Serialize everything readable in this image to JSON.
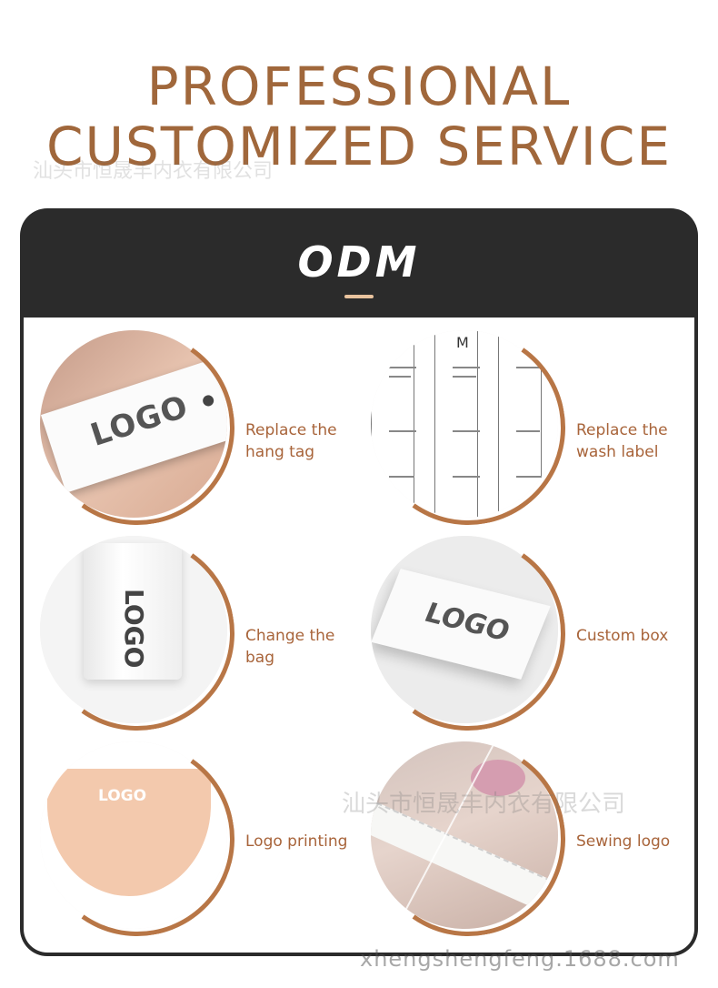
{
  "headline": {
    "line1": "PROFESSIONAL",
    "line2": "CUSTOMIZED SERVICE"
  },
  "watermarks": {
    "top": "汕头市恒晟丰内衣有限公司",
    "middle": "汕头市恒晟丰内衣有限公司",
    "bottom": "xhengshengfeng.1688.com"
  },
  "panel": {
    "title": "ODM"
  },
  "items": [
    {
      "label": "Replace the\nhang tag",
      "logo": "LOGO"
    },
    {
      "label": "Replace the\nwash label",
      "size": "M"
    },
    {
      "label": "Change the\nbag",
      "logo": "LOGO"
    },
    {
      "label": "Custom box",
      "logo": "LOGO"
    },
    {
      "label": "Logo printing",
      "logo": "LOGO"
    },
    {
      "label": "Sewing logo"
    }
  ],
  "colors": {
    "accent": "#a8643a",
    "ring": "#b87646",
    "panel": "#2b2b2b",
    "odm_bar": "#e9c39e"
  }
}
